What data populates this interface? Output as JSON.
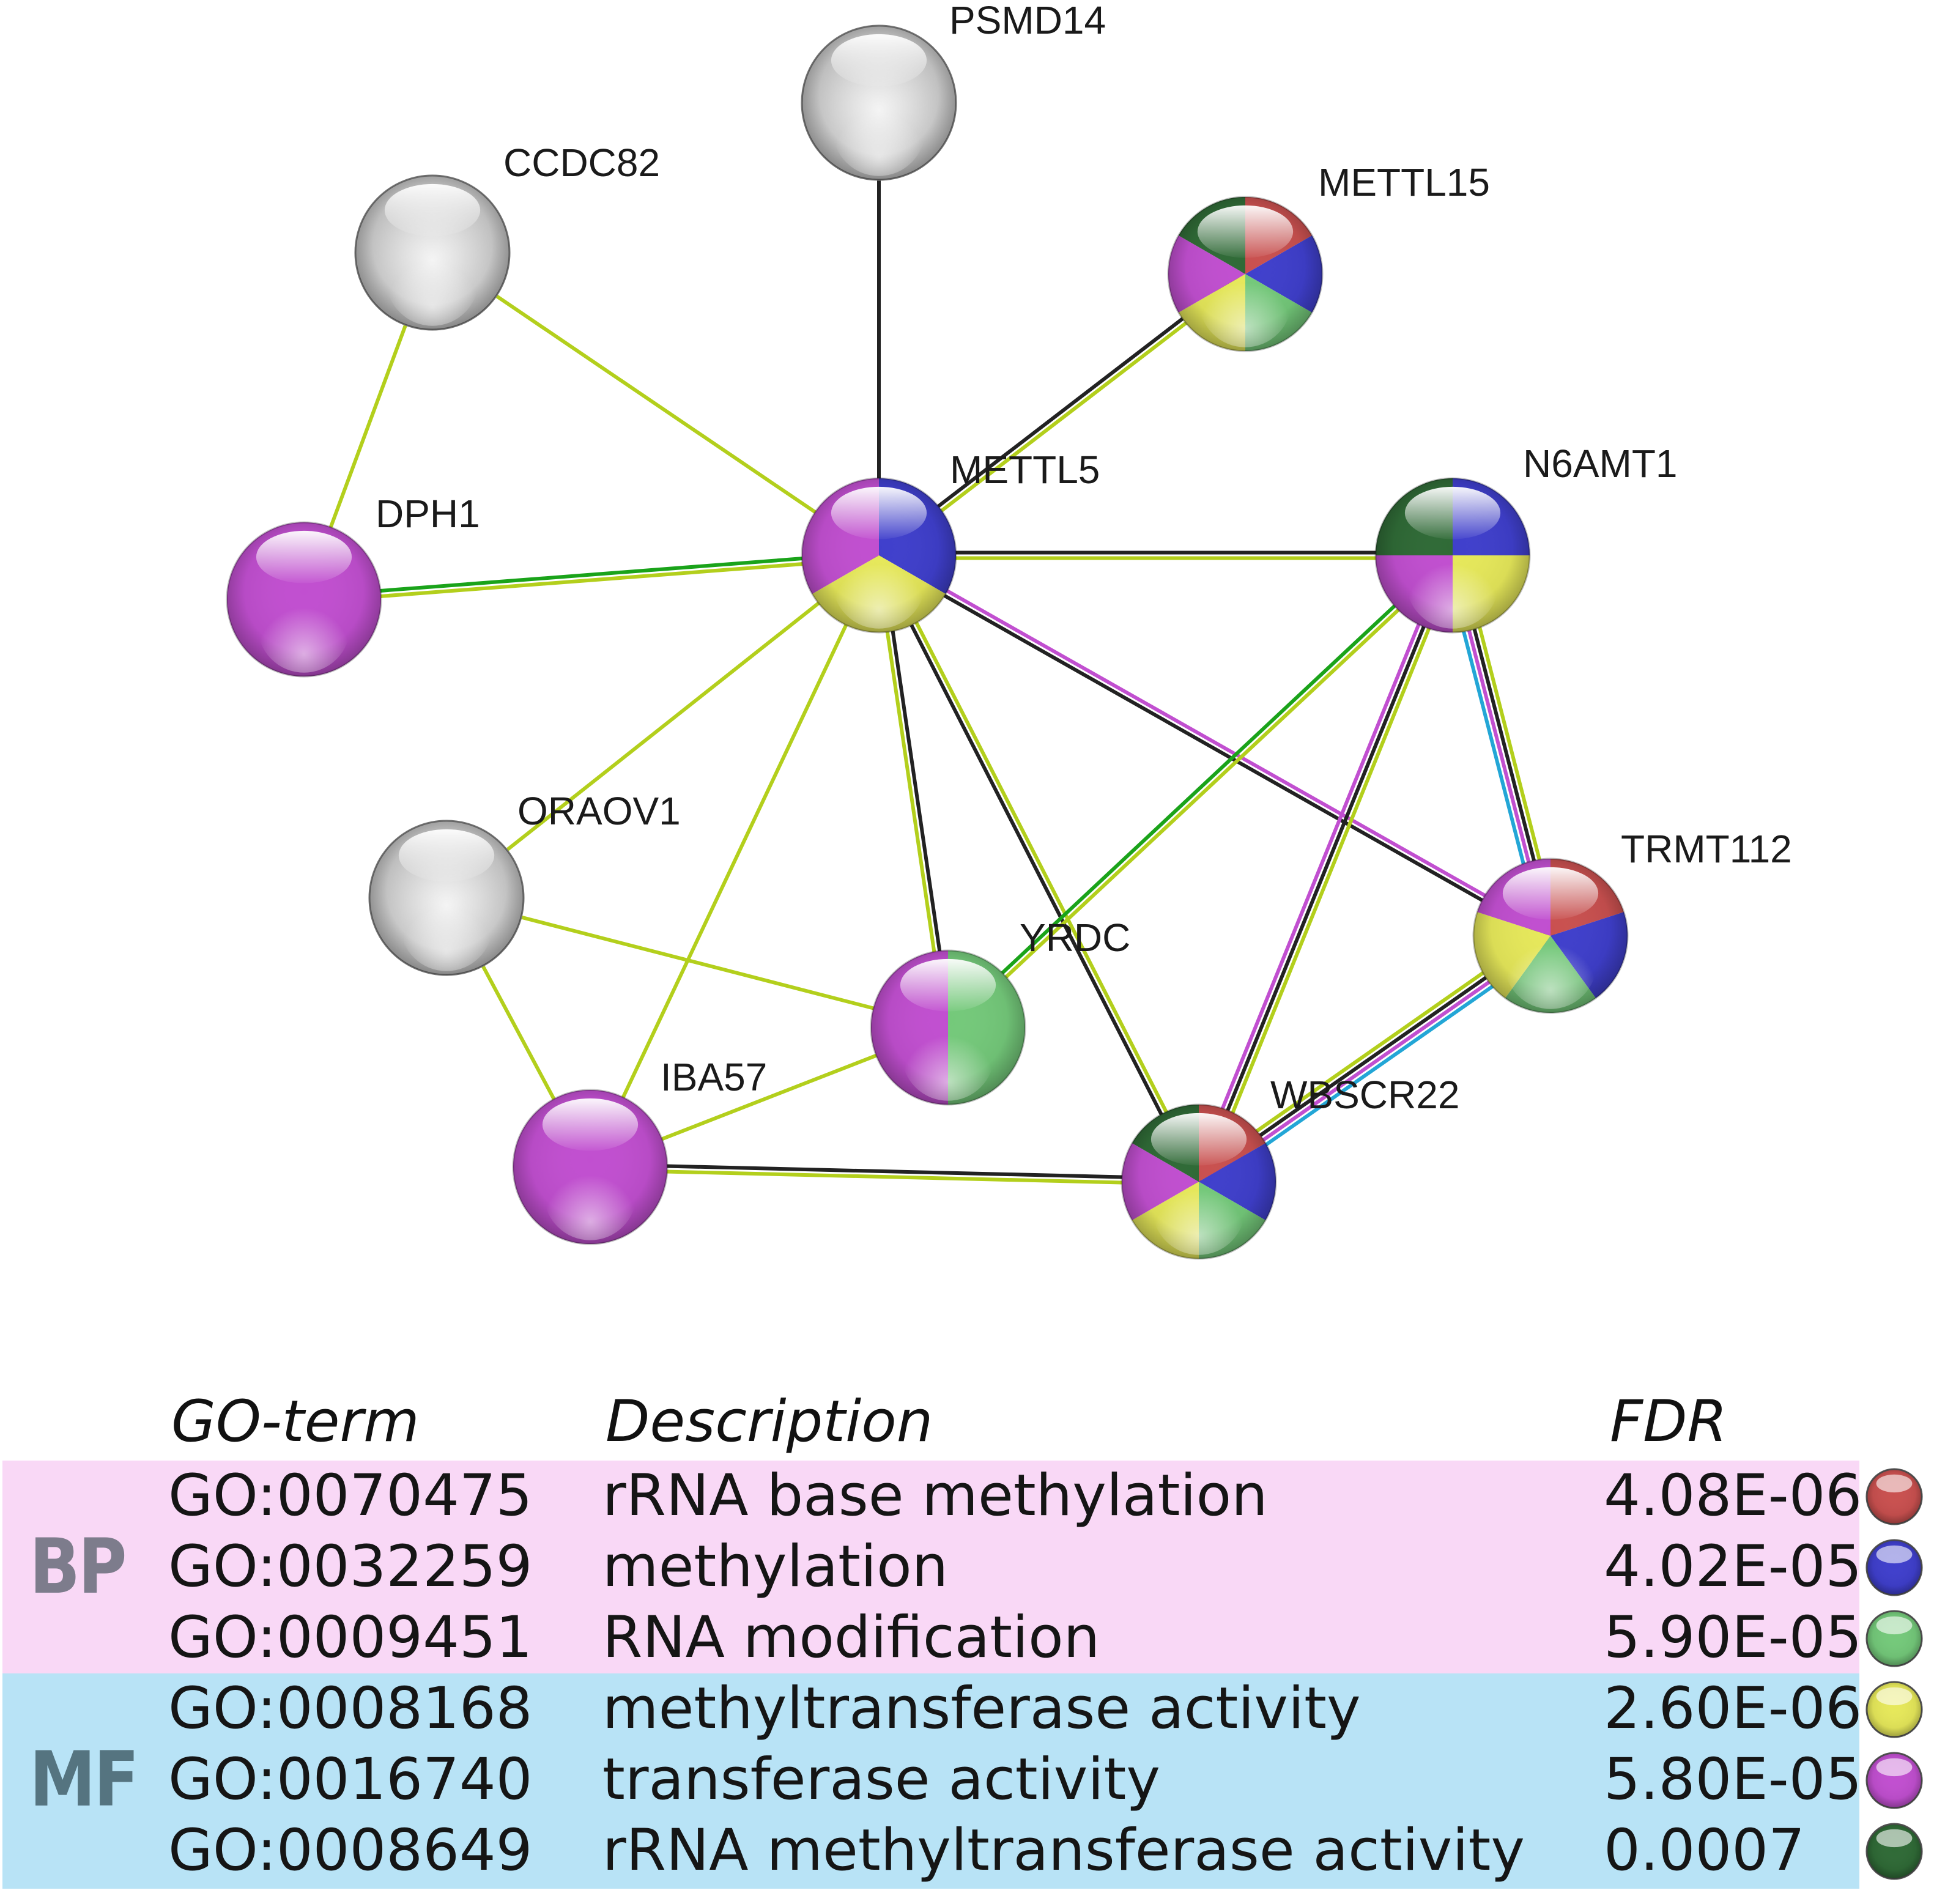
{
  "network": {
    "nodes": [
      {
        "id": "PSMD14",
        "label": "PSMD14",
        "colors": []
      },
      {
        "id": "CCDC82",
        "label": "CCDC82",
        "colors": []
      },
      {
        "id": "METTL15",
        "label": "METTL15",
        "colors": [
          "red",
          "blue",
          "lightgreen",
          "yellow",
          "magenta",
          "darkgreen"
        ]
      },
      {
        "id": "METTL5",
        "label": "METTL5",
        "colors": [
          "blue",
          "yellow",
          "magenta"
        ]
      },
      {
        "id": "N6AMT1",
        "label": "N6AMT1",
        "colors": [
          "blue",
          "yellow",
          "magenta",
          "darkgreen"
        ]
      },
      {
        "id": "DPH1",
        "label": "DPH1",
        "colors": [
          "magenta"
        ]
      },
      {
        "id": "ORAOV1",
        "label": "ORAOV1",
        "colors": []
      },
      {
        "id": "TRMT112",
        "label": "TRMT112",
        "colors": [
          "red",
          "blue",
          "lightgreen",
          "yellow",
          "magenta"
        ]
      },
      {
        "id": "YRDC",
        "label": "YRDC",
        "colors": [
          "lightgreen",
          "magenta"
        ]
      },
      {
        "id": "IBA57",
        "label": "IBA57",
        "colors": [
          "magenta"
        ]
      },
      {
        "id": "WBSCR22",
        "label": "WBSCR22",
        "colors": [
          "red",
          "blue",
          "lightgreen",
          "yellow",
          "magenta",
          "darkgreen"
        ]
      }
    ],
    "edges": [
      {
        "source": "METTL5",
        "target": "PSMD14",
        "evidence": [
          "black"
        ]
      },
      {
        "source": "METTL5",
        "target": "CCDC82",
        "evidence": [
          "textmining"
        ]
      },
      {
        "source": "CCDC82",
        "target": "DPH1",
        "evidence": [
          "textmining"
        ]
      },
      {
        "source": "METTL5",
        "target": "METTL15",
        "evidence": [
          "black",
          "textmining"
        ]
      },
      {
        "source": "METTL5",
        "target": "DPH1",
        "evidence": [
          "textmining",
          "green"
        ]
      },
      {
        "source": "METTL5",
        "target": "N6AMT1",
        "evidence": [
          "black",
          "textmining"
        ]
      },
      {
        "source": "METTL5",
        "target": "ORAOV1",
        "evidence": [
          "textmining"
        ]
      },
      {
        "source": "METTL5",
        "target": "IBA57",
        "evidence": [
          "textmining"
        ]
      },
      {
        "source": "METTL5",
        "target": "YRDC",
        "evidence": [
          "black",
          "textmining"
        ]
      },
      {
        "source": "METTL5",
        "target": "WBSCR22",
        "evidence": [
          "textmining",
          "black"
        ]
      },
      {
        "source": "METTL5",
        "target": "TRMT112",
        "evidence": [
          "magenta",
          "black"
        ]
      },
      {
        "source": "N6AMT1",
        "target": "YRDC",
        "evidence": [
          "textmining",
          "green"
        ]
      },
      {
        "source": "N6AMT1",
        "target": "WBSCR22",
        "evidence": [
          "textmining",
          "black",
          "magenta"
        ]
      },
      {
        "source": "N6AMT1",
        "target": "TRMT112",
        "evidence": [
          "textmining",
          "black",
          "magenta",
          "cyan"
        ]
      },
      {
        "source": "TRMT112",
        "target": "WBSCR22",
        "evidence": [
          "cyan",
          "magenta",
          "black",
          "textmining"
        ]
      },
      {
        "source": "ORAOV1",
        "target": "YRDC",
        "evidence": [
          "textmining"
        ]
      },
      {
        "source": "ORAOV1",
        "target": "IBA57",
        "evidence": [
          "textmining"
        ]
      },
      {
        "source": "IBA57",
        "target": "YRDC",
        "evidence": [
          "textmining"
        ]
      },
      {
        "source": "IBA57",
        "target": "WBSCR22",
        "evidence": [
          "black",
          "textmining"
        ]
      }
    ]
  },
  "colors": {
    "red": "#c9504f",
    "blue": "#3f3fcc",
    "lightgreen": "#74c97a",
    "yellow": "#e6e85a",
    "magenta": "#c14fd0",
    "darkgreen": "#2f6a36",
    "gray": "#c8c8c8",
    "black": "#222222",
    "textmining": "#b3cf1c",
    "green": "#1aa31a",
    "cyan": "#23a6d6"
  },
  "table": {
    "headers": {
      "go_term": "GO-term",
      "description": "Description",
      "fdr": "FDR"
    },
    "groups": [
      {
        "category": "BP",
        "band_color": "#f9d8f6",
        "label_color": "#7d7c8c",
        "rows": [
          {
            "go_id": "GO:0070475",
            "description": "rRNA base methylation",
            "fdr": "4.08E-06",
            "swatch": "red"
          },
          {
            "go_id": "GO:0032259",
            "description": "methylation",
            "fdr": "4.02E-05",
            "swatch": "blue"
          },
          {
            "go_id": "GO:0009451",
            "description": "RNA modification",
            "fdr": "5.90E-05",
            "swatch": "lightgreen"
          }
        ]
      },
      {
        "category": "MF",
        "band_color": "#b8e3f6",
        "label_color": "#557480",
        "rows": [
          {
            "go_id": "GO:0008168",
            "description": "methyltransferase activity",
            "fdr": "2.60E-06",
            "swatch": "yellow"
          },
          {
            "go_id": "GO:0016740",
            "description": "transferase activity",
            "fdr": "5.80E-05",
            "swatch": "magenta"
          },
          {
            "go_id": "GO:0008649",
            "description": "rRNA methyltransferase activity",
            "fdr": "0.0007",
            "swatch": "darkgreen"
          }
        ]
      }
    ]
  }
}
